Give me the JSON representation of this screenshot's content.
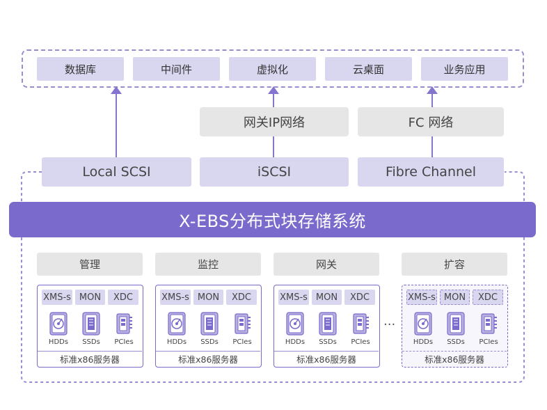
{
  "applications": [
    "数据库",
    "中间件",
    "虚拟化",
    "云桌面",
    "业务应用"
  ],
  "networks": {
    "ip": "网关IP网络",
    "fc": "FC  网络"
  },
  "protocols": [
    "Local SCSI",
    "iSCSI",
    "Fibre Channel"
  ],
  "banner": "X-EBS分布式块存储系统",
  "roles": [
    "管理",
    "监控",
    "网关",
    "扩容"
  ],
  "services": [
    "XMS-s",
    "MON",
    "XDC"
  ],
  "devices": [
    "HDDs",
    "SSDs",
    "PCIes"
  ],
  "server_label": "标准x86服务器",
  "ellipsis": "...",
  "colors": {
    "accent": "#7a6acb",
    "light": "#d9d6ef",
    "gray": "#e6e6e6"
  }
}
